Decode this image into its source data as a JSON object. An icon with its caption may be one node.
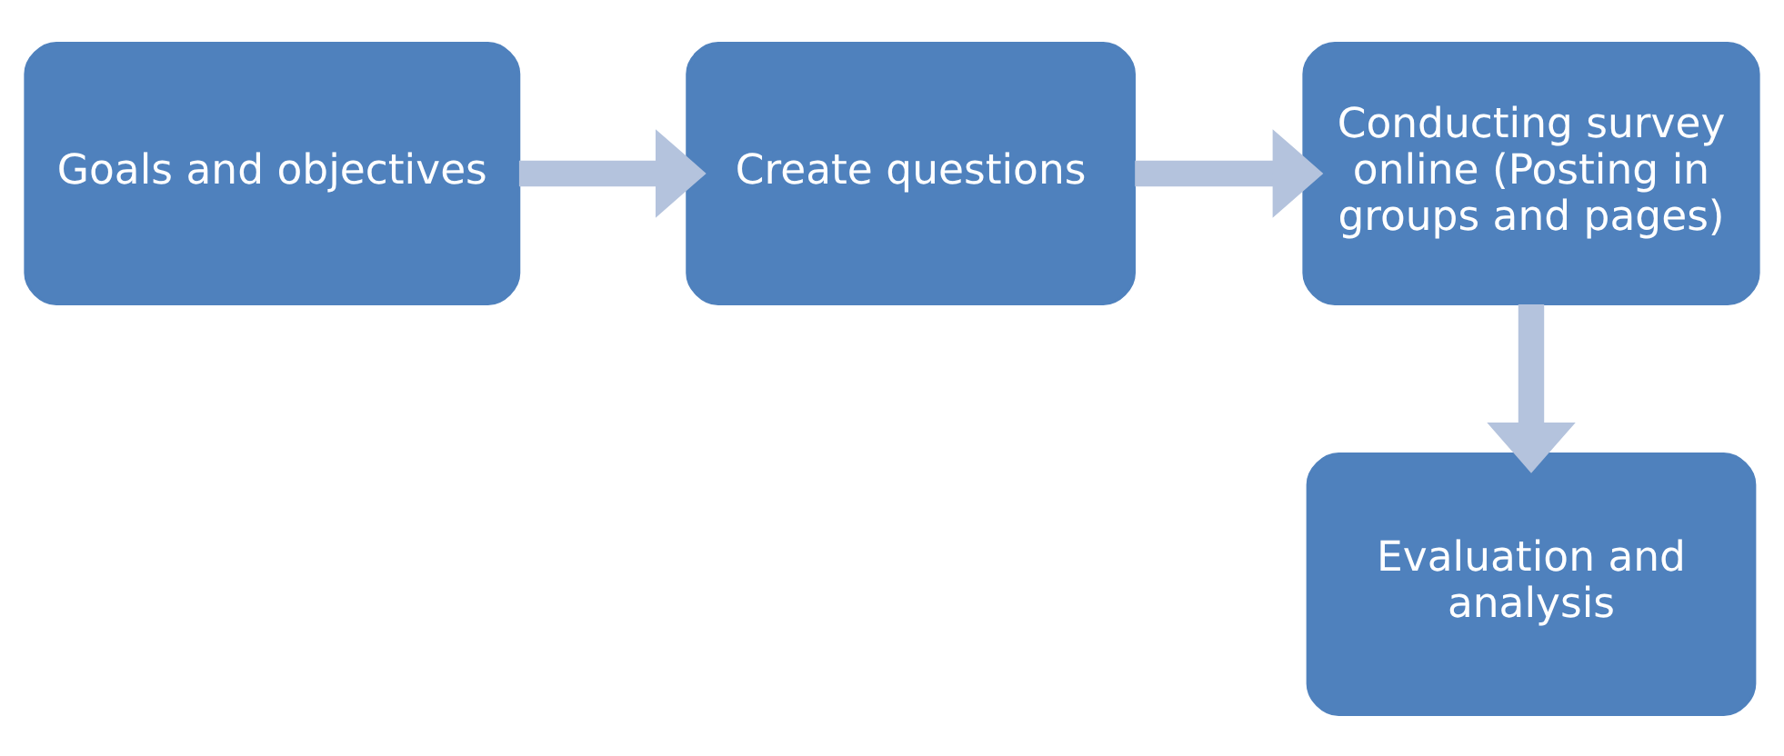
{
  "diagram": {
    "nodes": [
      {
        "text": [
          "Goals and objectives"
        ]
      },
      {
        "text": [
          "Create questions"
        ]
      },
      {
        "text": [
          "Conducting survey online (Posting in groups and pages)"
        ]
      },
      {
        "text": [
          "Evaluation and analysis"
        ]
      }
    ],
    "edges": [
      {
        "from": 0,
        "to": 1,
        "arrow": "to"
      },
      {
        "from": 1,
        "to": 2,
        "arrow": "to"
      },
      {
        "from": 2,
        "to": 3,
        "arrow": "to"
      }
    ]
  }
}
